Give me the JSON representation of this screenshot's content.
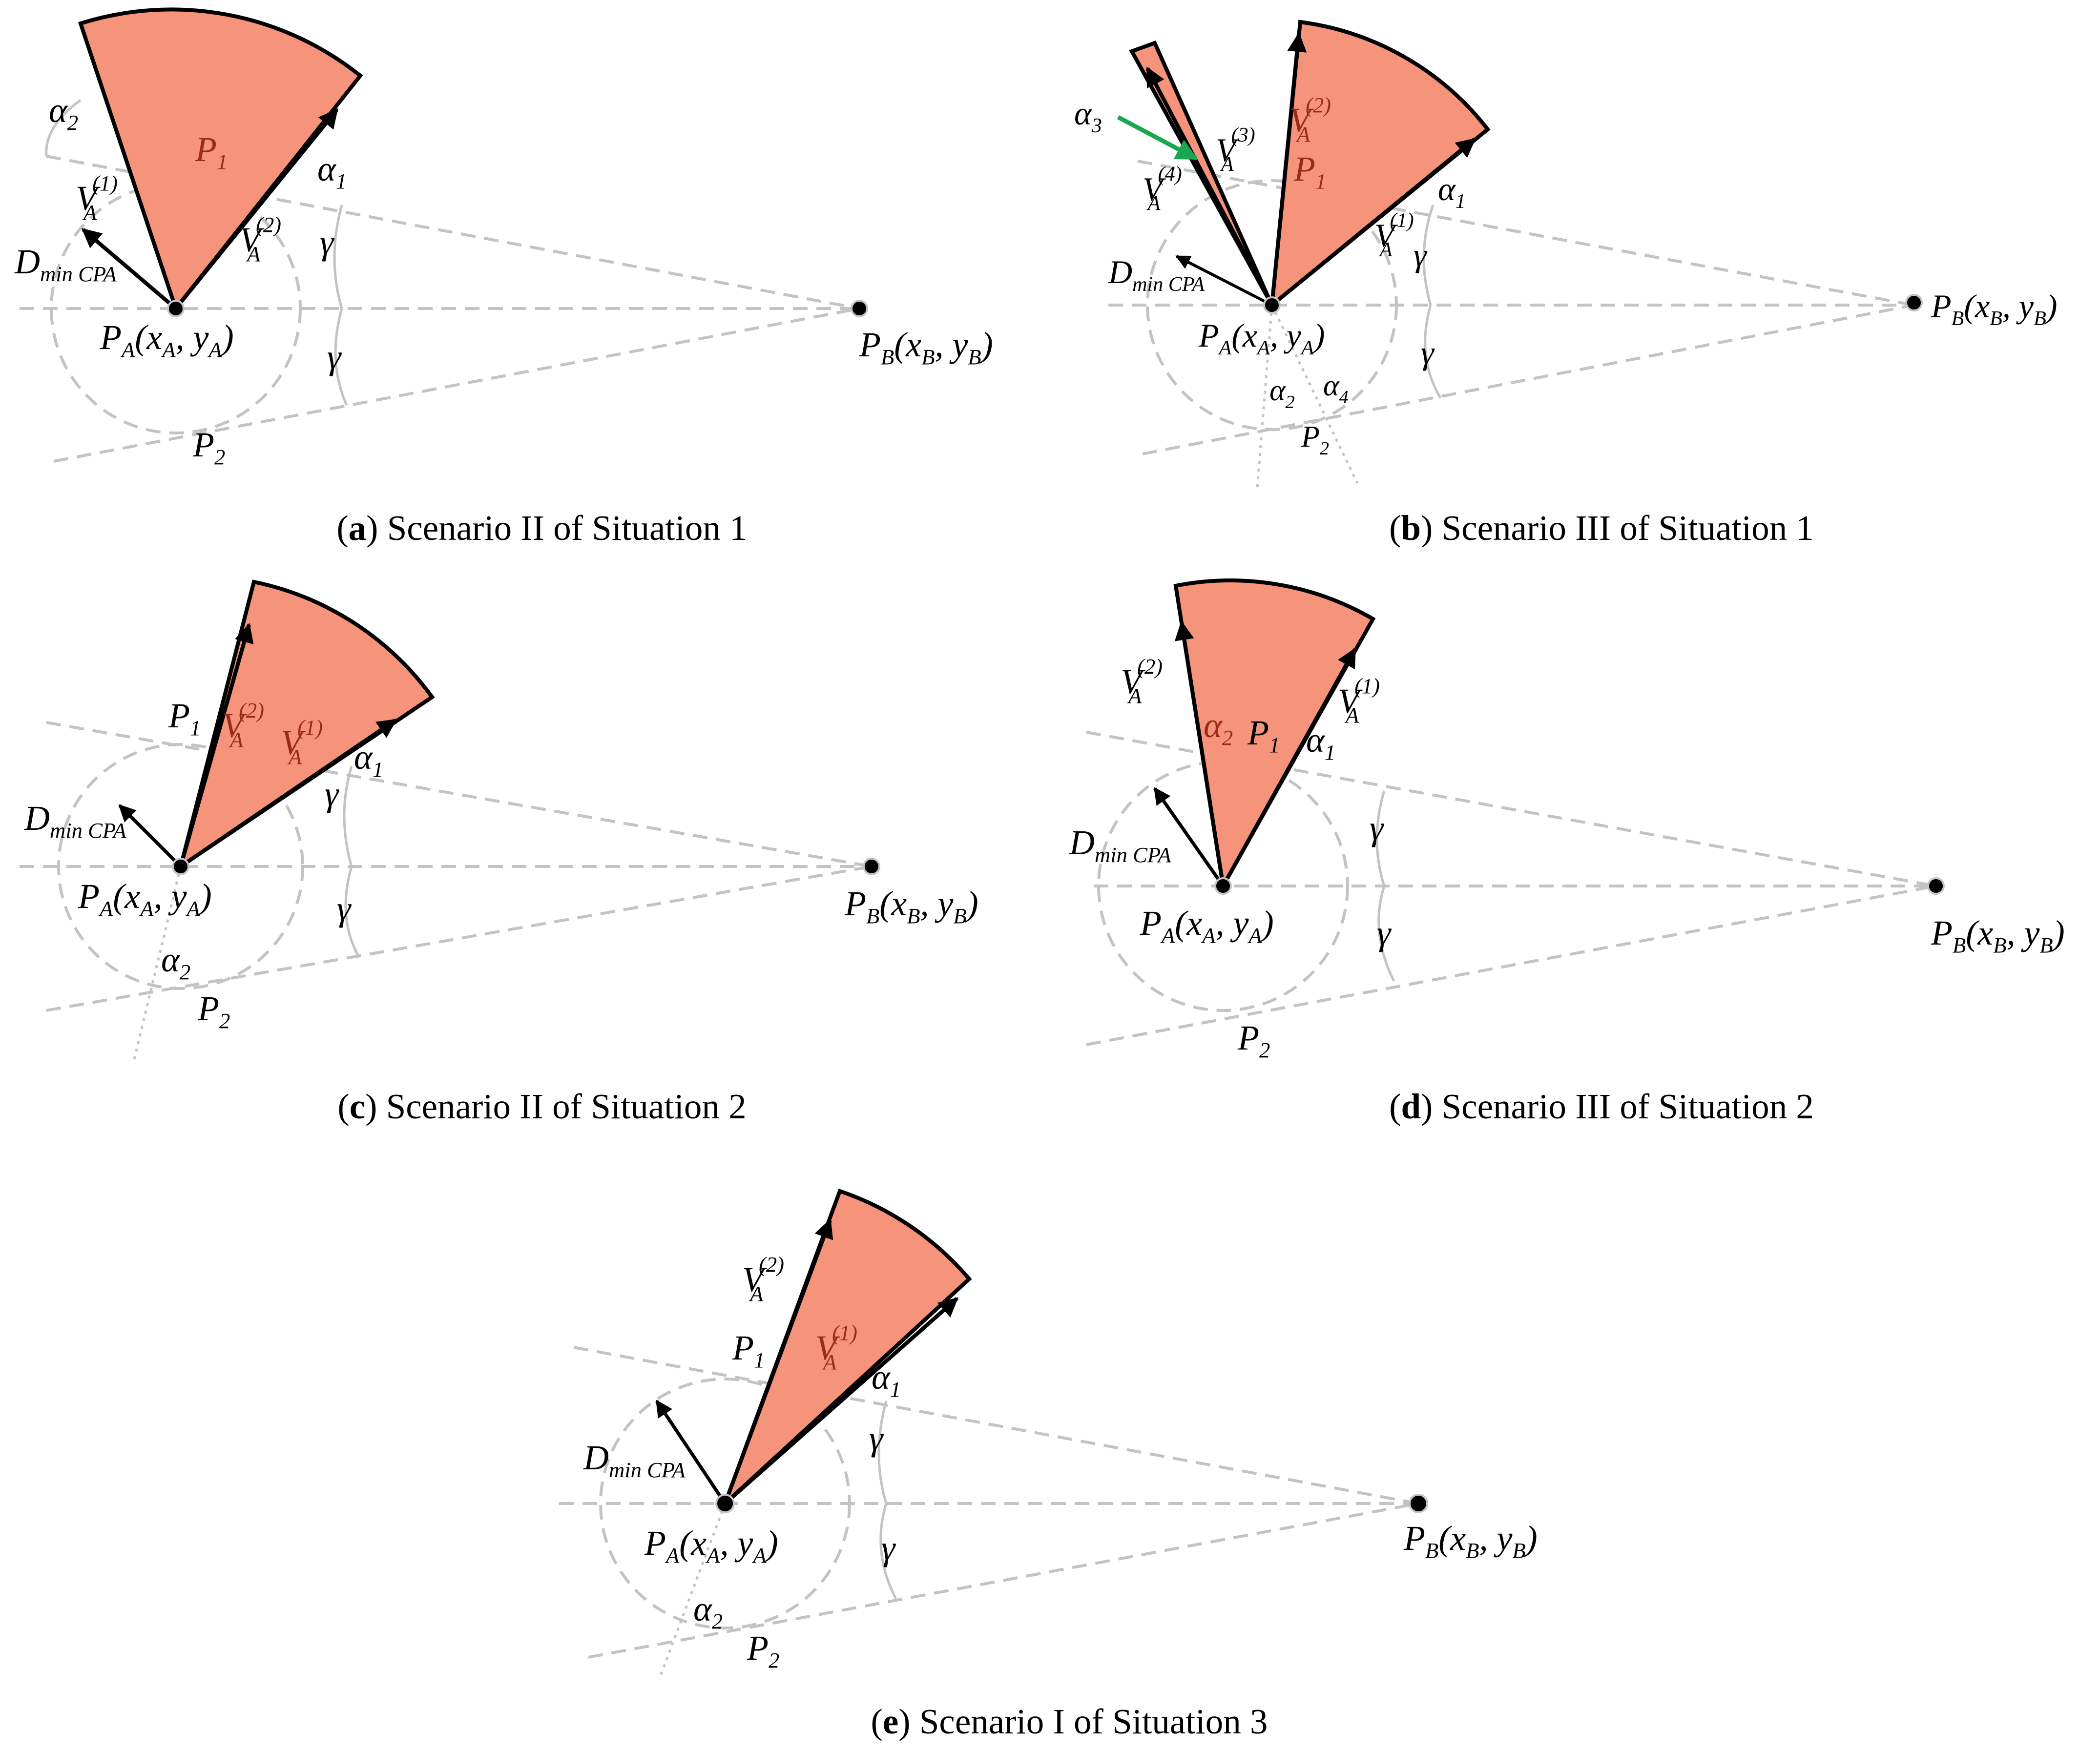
{
  "figure": {
    "colors": {
      "sector_fill": "#f5937b",
      "sector_stroke": "#000000",
      "dashed": "#c3c3c3",
      "arrow_head": "#9a2a1c",
      "green_arrow": "#1aa750",
      "label_red": "#9a2a1c"
    },
    "labels": {
      "dmin": "D",
      "dmin_sub": "min CPA",
      "pa": "P",
      "pa_sub": "A",
      "pa_coords": "(x",
      "pa_coords_sub": "A",
      "pa_coords_mid": ", y",
      "pa_coords_end": ")",
      "pb": "P",
      "pb_sub": "B",
      "pb_coords": "(x",
      "pb_coords_sub": "B",
      "pb_coords_mid": ", y",
      "pb_coords_end": ")",
      "p1": "P",
      "p1_sub": "1",
      "p2": "P",
      "p2_sub": "2",
      "gamma": "γ",
      "alpha": "α",
      "v": "V",
      "v_sub": "A",
      "sup1": "(1)",
      "sup2": "(2)",
      "sup3": "(3)",
      "sup4": "(4)",
      "n1": "1",
      "n2": "2",
      "n3": "3",
      "n4": "4"
    },
    "captions": [
      {
        "letter": "a",
        "text": " Scenario II of Situation 1"
      },
      {
        "letter": "b",
        "text": " Scenario III of Situation 1"
      },
      {
        "letter": "c",
        "text": " Scenario II of Situation 2"
      },
      {
        "letter": "d",
        "text": " Scenario III of Situation 2"
      },
      {
        "letter": "e",
        "text": " Scenario I of Situation 3"
      }
    ]
  }
}
